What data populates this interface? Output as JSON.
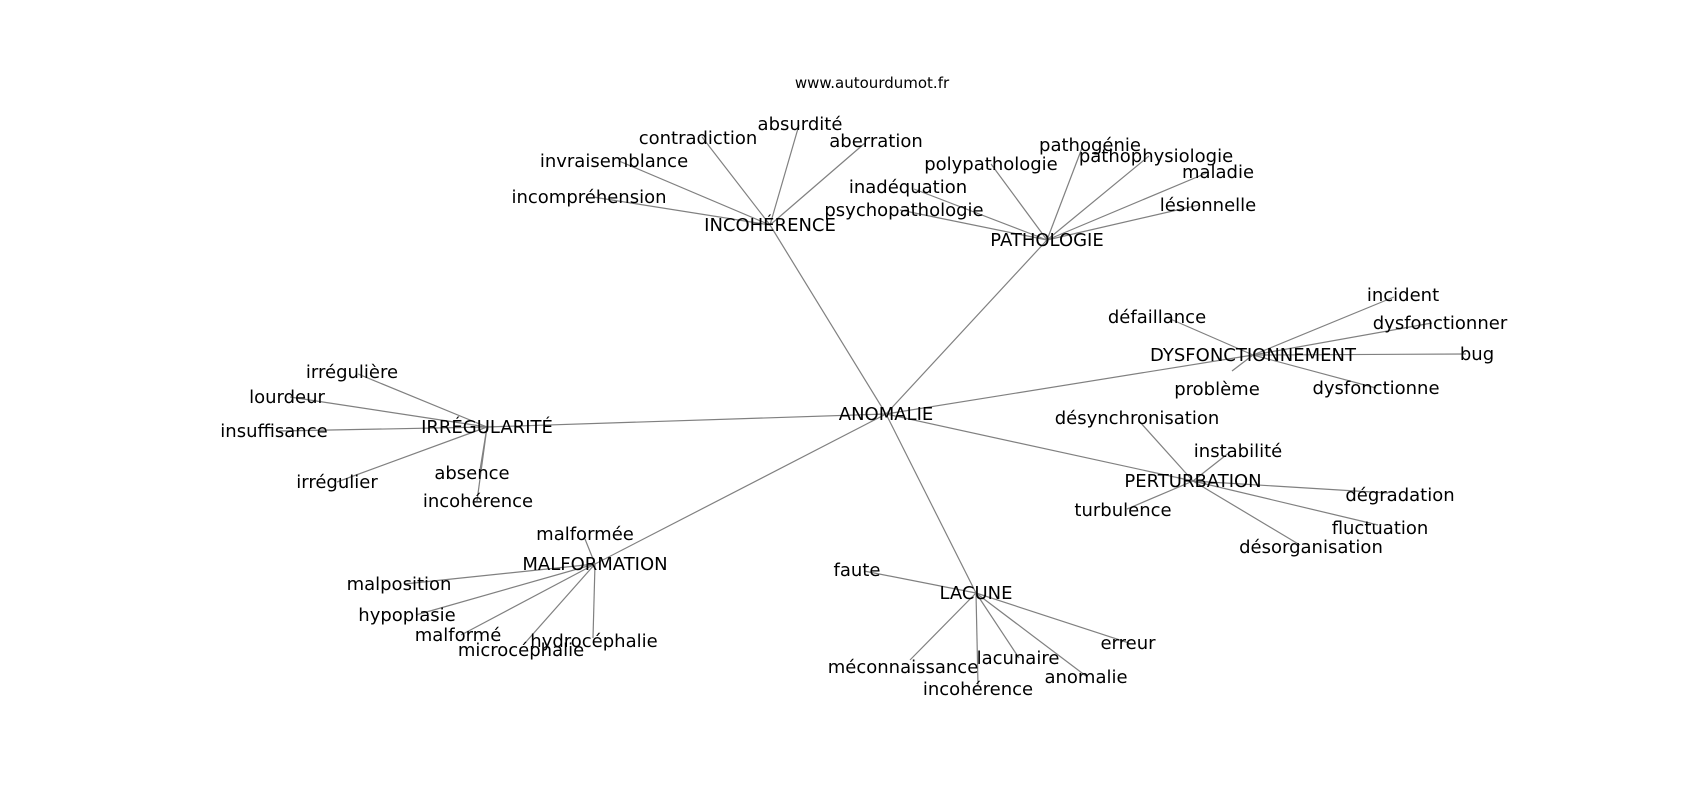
{
  "header": {
    "source": "www.autourdumot.fr"
  },
  "graph": {
    "center": "ANOMALIE",
    "hubs": [
      {
        "label": "INCOHÉRENCE",
        "words": [
          "absurdité",
          "contradiction",
          "aberration",
          "invraisemblance",
          "incompréhension"
        ]
      },
      {
        "label": "PATHOLOGIE",
        "words": [
          "pathogénie",
          "polypathologie",
          "pathophysiologie",
          "maladie",
          "inadéquation",
          "lésionnelle",
          "psychopathologie"
        ]
      },
      {
        "label": "DYSFONCTIONNEMENT",
        "words": [
          "incident",
          "dysfonctionner",
          "défaillance",
          "bug",
          "problème",
          "dysfonctionne"
        ]
      },
      {
        "label": "PERTURBATION",
        "words": [
          "désynchronisation",
          "instabilité",
          "dégradation",
          "turbulence",
          "fluctuation",
          "désorganisation"
        ]
      },
      {
        "label": "LACUNE",
        "words": [
          "faute",
          "erreur",
          "lacunaire",
          "méconnaissance",
          "anomalie",
          "incohérence"
        ]
      },
      {
        "label": "MALFORMATION",
        "words": [
          "malformée",
          "malposition",
          "hypoplasie",
          "malformé",
          "hydrocéphalie",
          "microcéphalie"
        ]
      },
      {
        "label": "IRRÉGULARITÉ",
        "words": [
          "irrégulière",
          "lourdeur",
          "insuffisance",
          "absence",
          "irrégulier",
          "incohérence"
        ]
      }
    ]
  }
}
